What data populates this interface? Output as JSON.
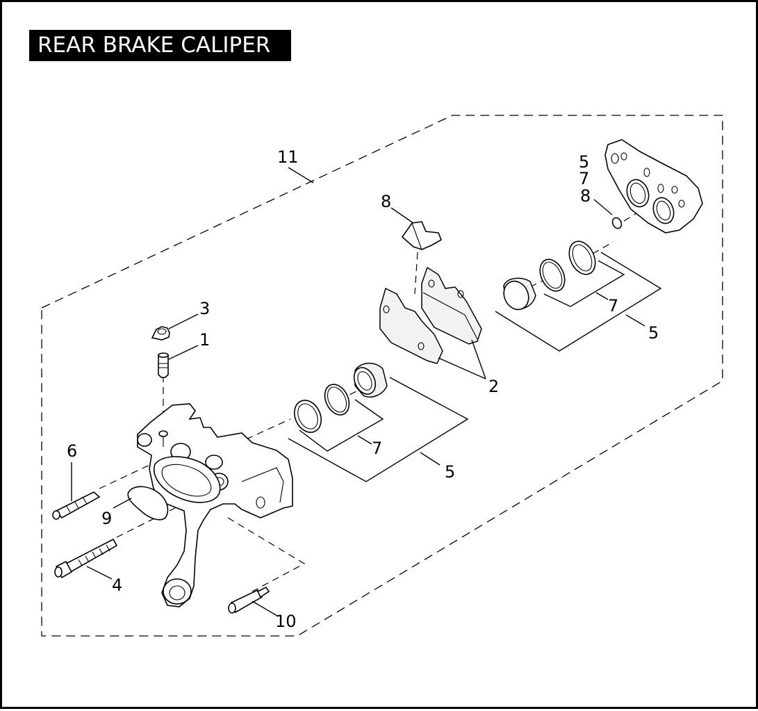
{
  "title": "REAR BRAKE CALIPER",
  "callouts": {
    "c1": "1",
    "c2": "2",
    "c3": "3",
    "c4": "4",
    "c5a": "5",
    "c5b": "5",
    "c5c": "5",
    "c6": "6",
    "c7a": "7",
    "c7b": "7",
    "c7c": "7",
    "c8a": "8",
    "c8b": "8",
    "c9": "9",
    "c10": "10",
    "c11": "11"
  }
}
